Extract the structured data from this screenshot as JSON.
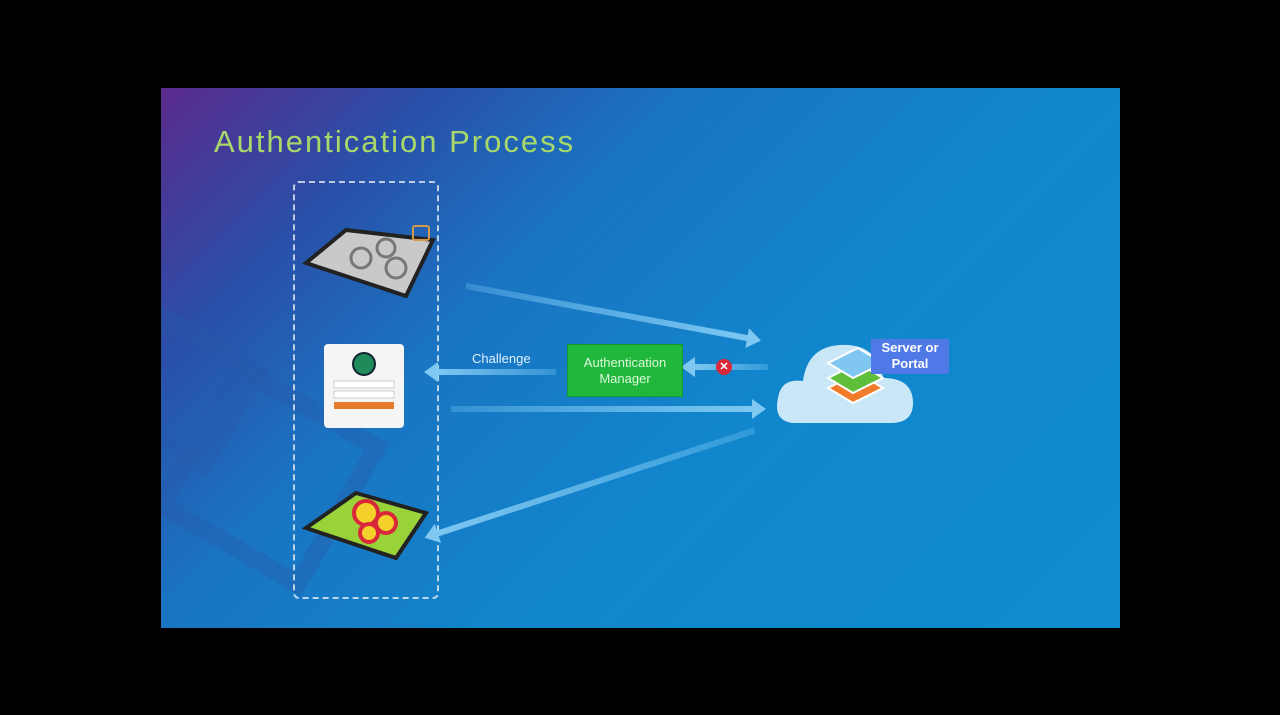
{
  "slide": {
    "title": "Authentication Process",
    "challenge_label": "Challenge",
    "auth_manager_label": "Authentication Manager",
    "server_label": "Server or Portal",
    "colors": {
      "title": "#a8d86a",
      "auth_manager": "#1fb83d",
      "server_label": "#4f79e6",
      "error": "#d8283a"
    }
  }
}
